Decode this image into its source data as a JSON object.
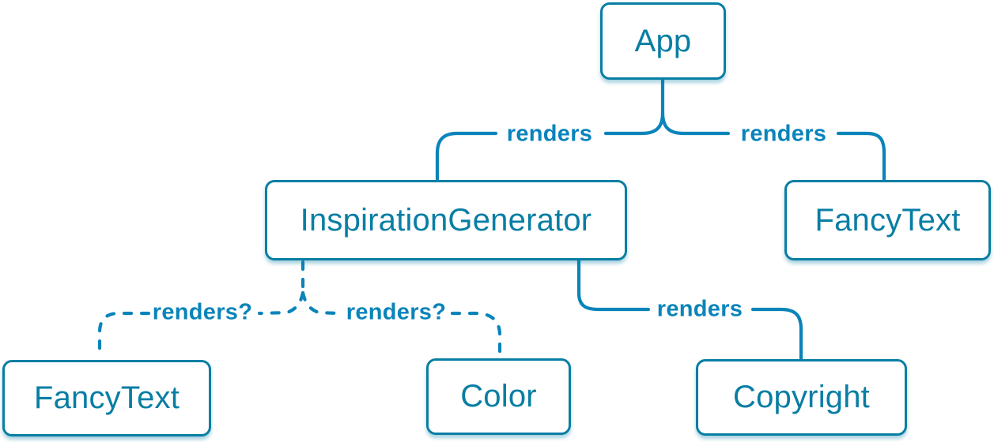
{
  "diagram": {
    "kind": "component-render-tree",
    "colors": {
      "node_border_and_text": "#087ea4",
      "edge_and_labels": "#0a84ba",
      "node_fill": "#ffffff",
      "background": "#ffffff"
    },
    "nodes": {
      "app": {
        "label": "App"
      },
      "inspiration_generator": {
        "label": "InspirationGenerator"
      },
      "fancy_text_top": {
        "label": "FancyText"
      },
      "fancy_text_bottom": {
        "label": "FancyText"
      },
      "color": {
        "label": "Color"
      },
      "copyright": {
        "label": "Copyright"
      }
    },
    "edges": [
      {
        "from": "app",
        "to": "inspiration_generator",
        "label": "renders",
        "style": "solid"
      },
      {
        "from": "app",
        "to": "fancy_text_top",
        "label": "renders",
        "style": "solid"
      },
      {
        "from": "inspiration_generator",
        "to": "fancy_text_bottom",
        "label": "renders?",
        "style": "dashed"
      },
      {
        "from": "inspiration_generator",
        "to": "color",
        "label": "renders?",
        "style": "dashed"
      },
      {
        "from": "inspiration_generator",
        "to": "copyright",
        "label": "renders",
        "style": "solid"
      }
    ],
    "edge_labels": {
      "app_inspiration": "renders",
      "app_fancytext": "renders",
      "ig_fancytext": "renders?",
      "ig_color": "renders?",
      "ig_copyright": "renders"
    }
  }
}
